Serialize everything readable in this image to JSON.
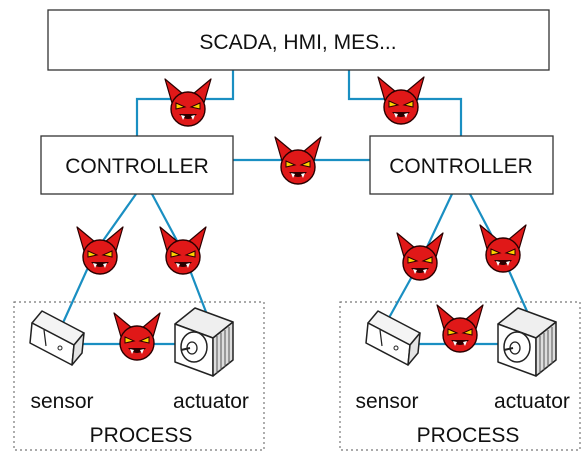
{
  "top_box": {
    "label": "SCADA, HMI, MES..."
  },
  "controllers": [
    {
      "label": "CONTROLLER"
    },
    {
      "label": "CONTROLLER"
    }
  ],
  "process_groups": [
    {
      "sensor_label": "sensor",
      "actuator_label": "actuator",
      "process_label": "PROCESS"
    },
    {
      "sensor_label": "sensor",
      "actuator_label": "actuator",
      "process_label": "PROCESS"
    }
  ],
  "colors": {
    "link": "#1a8fc2",
    "devil": "#e01818",
    "devil_outline": "#2a0000",
    "box_border": "#333333",
    "dotted_border": "#777777"
  },
  "icons": {
    "threat": "devil-face-icon",
    "sensor": "sensor-icon",
    "actuator": "motor-actuator-icon"
  }
}
